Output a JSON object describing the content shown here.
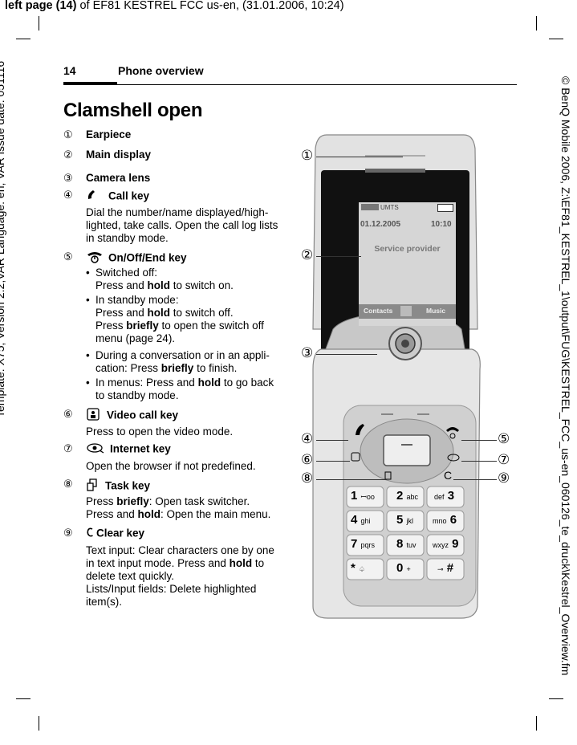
{
  "header": {
    "prefix": "left page (14)",
    "rest": " of EF81 KESTREL FCC us-en, (31.01.2006, 10:24)"
  },
  "side_left": "Template: X75, Version 2.2;VAR Language: en; VAR issue date: 051116",
  "side_right": "© BenQ Mobile 2006, Z:\\EF81_KESTREL_1\\output\\FUG\\KESTREL_FCC_us-en_060126_te_druck\\Kestrel_Overview.fm",
  "page": {
    "number": "14",
    "section": "Phone overview"
  },
  "title": "Clamshell open",
  "items": [
    {
      "num": "①",
      "label": "Earpiece"
    },
    {
      "num": "②",
      "label": "Main display"
    },
    {
      "num": "③",
      "label": "Camera lens"
    },
    {
      "num": "④",
      "label": "Call key",
      "desc": [
        "Dial the number/name displayed/high-",
        "lighted, take calls. Open the call log lists",
        "in standby mode."
      ]
    },
    {
      "num": "⑤",
      "label": "On/Off/End key",
      "b1": [
        "Switched off:",
        "Press and ",
        "hold",
        " to switch on."
      ],
      "b2": [
        "In standby mode:",
        "Press and ",
        "hold",
        " to switch off.",
        "Press ",
        "briefly",
        " to open the switch off",
        "menu (page 24)."
      ],
      "b3": [
        "During a conversation or in an appli-",
        "cation: Press ",
        "briefly",
        " to finish."
      ],
      "b4": [
        "In menus: Press and ",
        "hold",
        " to go back",
        "to standby mode."
      ]
    },
    {
      "num": "⑥",
      "label": "Video call key",
      "desc": [
        "Press to open the video mode."
      ]
    },
    {
      "num": "⑦",
      "label": "Internet key",
      "desc": [
        "Open the browser if not predefined."
      ]
    },
    {
      "num": "⑧",
      "label": "Task key",
      "d1": [
        "Press ",
        "briefly",
        ": Open task switcher."
      ],
      "d2": [
        "Press and ",
        "hold",
        ": Open the main menu."
      ]
    },
    {
      "num": "⑨",
      "label": "Clear key",
      "d1": "Text input: Clear characters one by one",
      "d2": [
        "in text input mode. Press and ",
        "hold",
        " to"
      ],
      "d3": "delete text quickly.",
      "d4": "Lists/Input fields: Delete highlighted",
      "d5": "item(s)."
    }
  ],
  "bullet": "•",
  "callouts": [
    "①",
    "②",
    "③",
    "④",
    "⑤",
    "⑥",
    "⑦",
    "⑧",
    "⑨"
  ],
  "phone": {
    "network": "UMTS",
    "date": "01.12.2005",
    "time": "10:10",
    "provider": "Service provider",
    "softkey_left": "Contacts",
    "softkey_right": "Music",
    "clear_key": "C",
    "keys": [
      {
        "d": "1",
        "s": "ꟷoo"
      },
      {
        "d": "2",
        "s": "abc"
      },
      {
        "d": "3",
        "s": "def"
      },
      {
        "d": "4",
        "s": "ghi"
      },
      {
        "d": "5",
        "s": "jkl"
      },
      {
        "d": "6",
        "s": "mno"
      },
      {
        "d": "7",
        "s": "pqrs"
      },
      {
        "d": "8",
        "s": "tuv"
      },
      {
        "d": "9",
        "s": "wxyz"
      },
      {
        "d": "*",
        "s": "♤"
      },
      {
        "d": "0",
        "s": "+"
      },
      {
        "d": "#",
        "s": "⊸"
      }
    ]
  }
}
